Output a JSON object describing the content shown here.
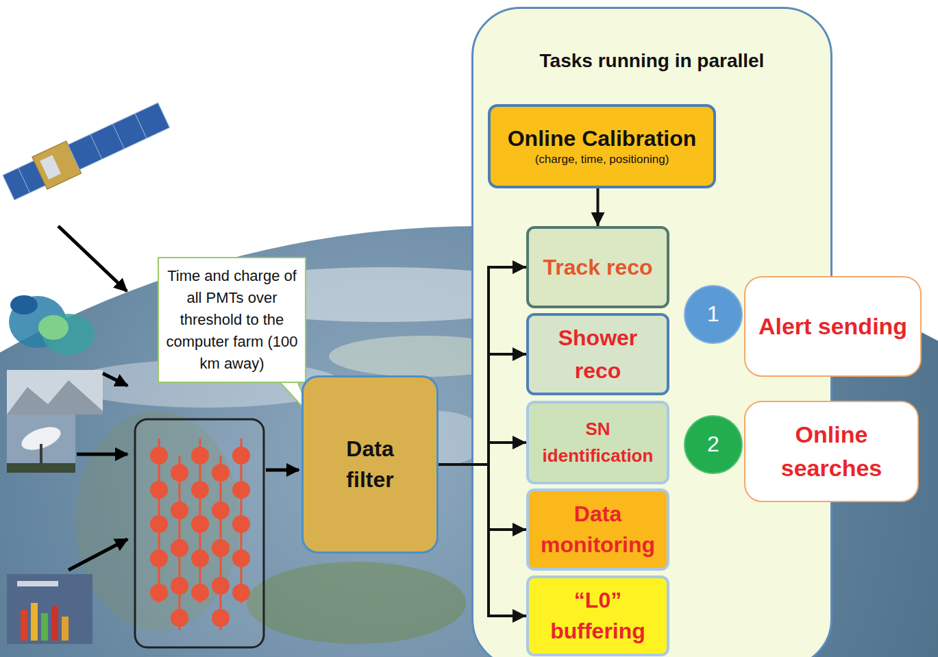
{
  "diagram": {
    "nodes": [
      {
        "text": [
          "Time and charge of all PMTs over threshold to the computer farm (100 km away)"
        ]
      },
      {
        "text": [
          "Data filter"
        ]
      },
      {
        "text": [
          "Tasks running in parallel"
        ]
      },
      {
        "text": [
          "Online Calibration",
          "(charge, time, positioning)"
        ],
        "in": 2
      },
      {
        "text": [
          "Track reco"
        ],
        "in": 2
      },
      {
        "text": [
          "Shower reco"
        ],
        "in": 2
      },
      {
        "text": [
          "SN identification"
        ],
        "in": 2
      },
      {
        "text": [
          "Data monitoring"
        ],
        "in": 2
      },
      {
        "text": [
          "“L0” buffering"
        ],
        "in": 2
      },
      {
        "text": [
          "1"
        ],
        "in": 2
      },
      {
        "text": [
          "2"
        ],
        "in": 2
      },
      {
        "text": [
          "Alert sending"
        ]
      },
      {
        "text": [
          "Online searches"
        ]
      }
    ],
    "edges": [
      {
        "from": 3,
        "to": 4,
        "arrow": "to"
      },
      {
        "from": 1,
        "to": 4,
        "arrow": "to"
      },
      {
        "from": 1,
        "to": 5,
        "arrow": "to"
      },
      {
        "from": 1,
        "to": 6,
        "arrow": "to"
      },
      {
        "from": 1,
        "to": 7,
        "arrow": "to"
      },
      {
        "from": 1,
        "to": 8,
        "arrow": "to"
      }
    ]
  }
}
